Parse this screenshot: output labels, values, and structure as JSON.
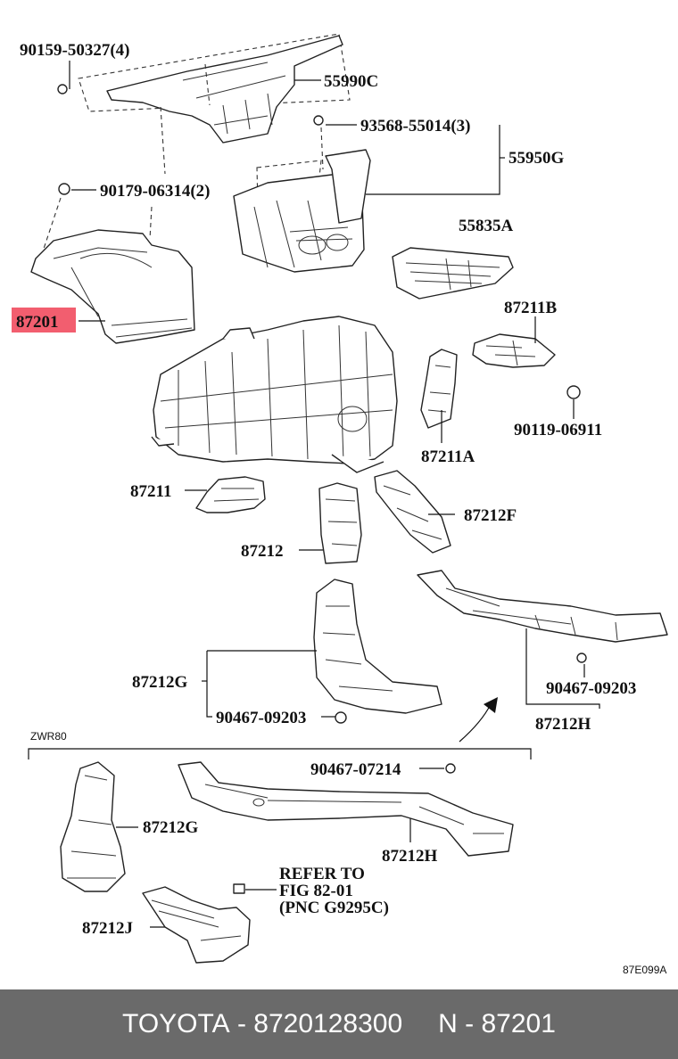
{
  "labels": {
    "p90159": "90159-50327(4)",
    "p55990c": "55990C",
    "p93568": "93568-55014(3)",
    "p55950g": "55950G",
    "p90179": "90179-06314(2)",
    "p55835a": "55835A",
    "p87201": "87201",
    "p87211b": "87211B",
    "p90119": "90119-06911",
    "p87211a": "87211A",
    "p87211": "87211",
    "p87212f": "87212F",
    "p87212": "87212",
    "p87212g": "87212G",
    "p90467_09203a": "90467-09203",
    "p90467_09203b": "90467-09203",
    "p87212h": "87212H",
    "zwr80": "ZWR80",
    "p90467_07214": "90467-07214",
    "p87212g2": "87212G",
    "p87212h2": "87212H",
    "refer1": "REFER TO",
    "refer2": "FIG 82-01",
    "refer3": "(PNC G9295C)",
    "p87212j": "87212J",
    "code": "87E099A"
  },
  "highlight_color": "#f25e6f",
  "footer": {
    "brand": "TOYOTA",
    "part_number": "8720128300",
    "pnc_prefix": "N",
    "pnc": "87201",
    "background": "#6a6a6a"
  }
}
